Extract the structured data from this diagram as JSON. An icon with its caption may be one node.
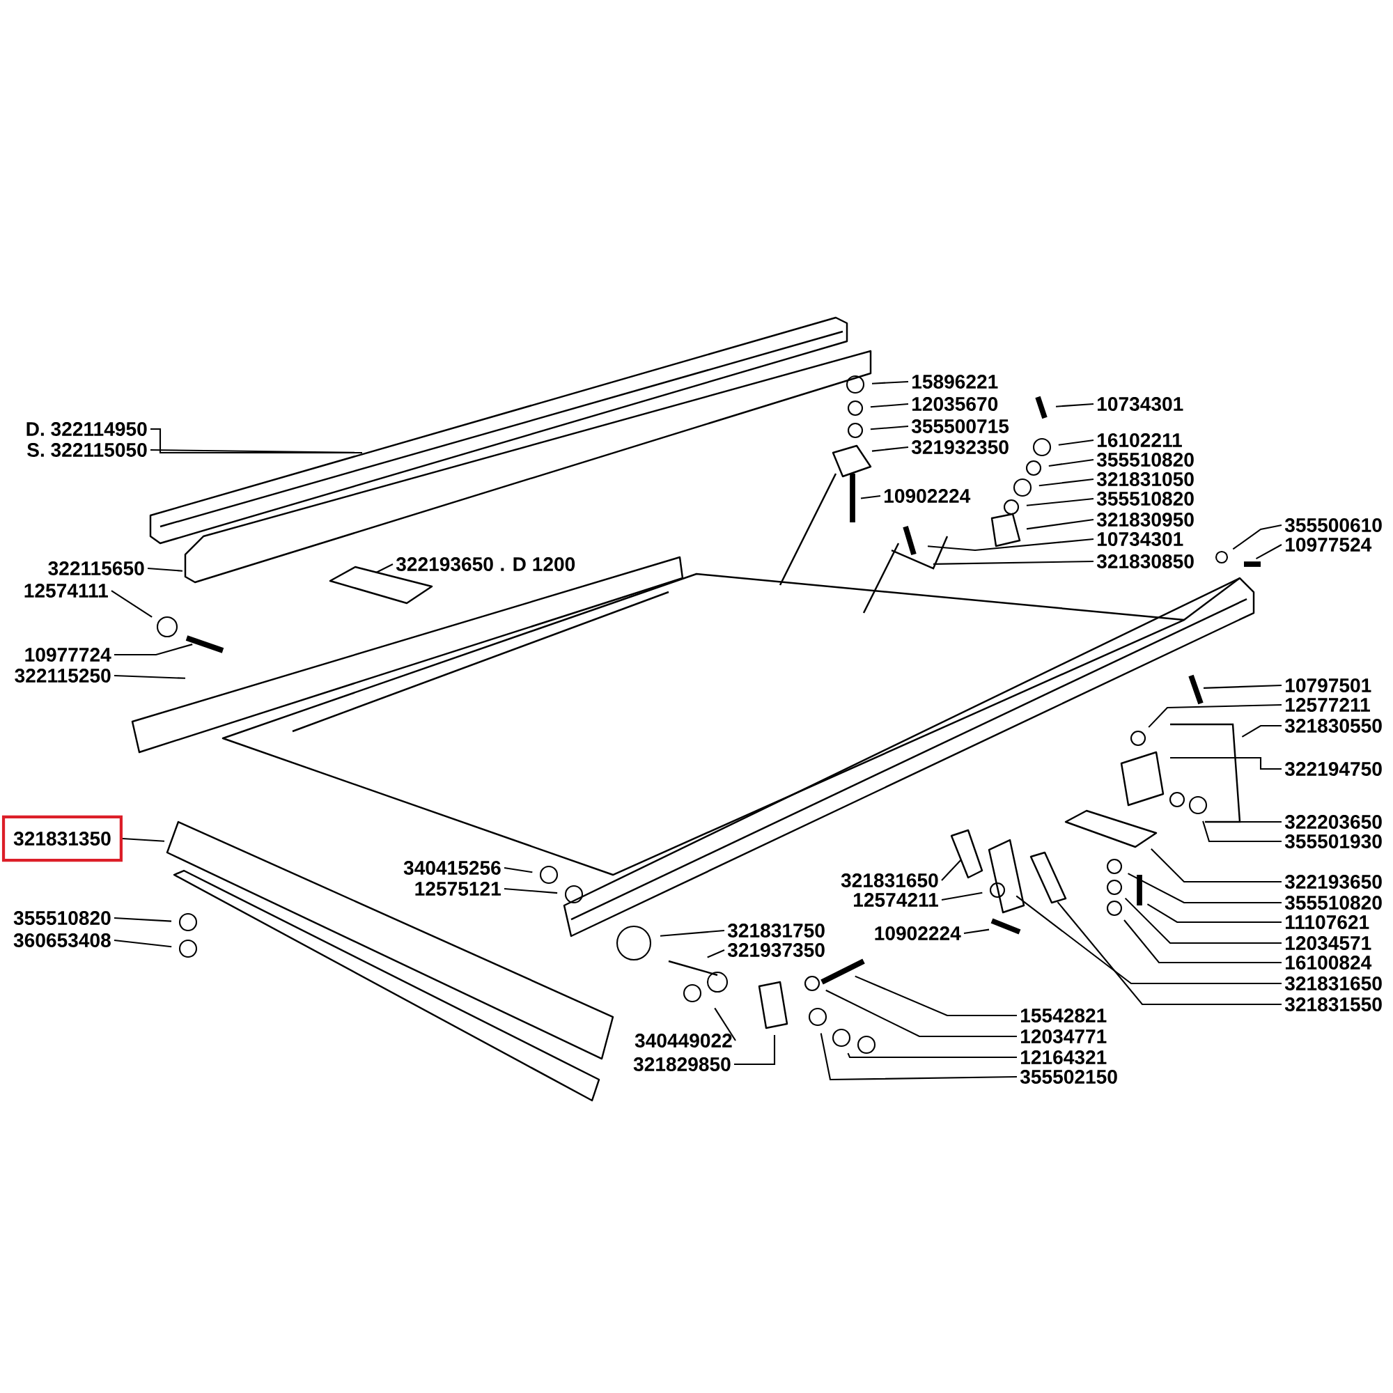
{
  "diagram": {
    "nodes": [
      {
        "text": [
          "D. 322114950"
        ]
      },
      {
        "text": [
          "S. 322115050"
        ]
      },
      {
        "text": [
          "15896221"
        ]
      },
      {
        "text": [
          "12035670"
        ]
      },
      {
        "text": [
          "355500715"
        ]
      },
      {
        "text": [
          "321932350"
        ]
      },
      {
        "text": [
          "10734301"
        ]
      },
      {
        "text": [
          "16102211"
        ]
      },
      {
        "text": [
          "355510820"
        ]
      },
      {
        "text": [
          "321831050"
        ]
      },
      {
        "text": [
          "355510820"
        ]
      },
      {
        "text": [
          "321830950"
        ]
      },
      {
        "text": [
          "10734301"
        ]
      },
      {
        "text": [
          "321830850"
        ]
      },
      {
        "text": [
          "10902224"
        ]
      },
      {
        "text": [
          "355500610"
        ]
      },
      {
        "text": [
          "10977524"
        ]
      },
      {
        "text": [
          "322115650"
        ]
      },
      {
        "text": [
          "322193650"
        ],
        "beside": [
          ". D 1200"
        ]
      },
      {
        "text": [
          "12574111"
        ]
      },
      {
        "text": [
          "10977724"
        ]
      },
      {
        "text": [
          "322115250"
        ]
      },
      {
        "text": [
          "10797501"
        ]
      },
      {
        "text": [
          "12577211"
        ]
      },
      {
        "text": [
          "321830550"
        ]
      },
      {
        "text": [
          "322194750"
        ]
      },
      {
        "text": [
          "322203650"
        ]
      },
      {
        "text": [
          "355501930"
        ]
      },
      {
        "text": [
          "321831350"
        ]
      },
      {
        "text": [
          "340415256"
        ]
      },
      {
        "text": [
          "12575121"
        ]
      },
      {
        "text": [
          "321831650"
        ]
      },
      {
        "text": [
          "322193650"
        ]
      },
      {
        "text": [
          "12574211"
        ]
      },
      {
        "text": [
          "355510820"
        ]
      },
      {
        "text": [
          "355510820"
        ]
      },
      {
        "text": [
          "11107621"
        ]
      },
      {
        "text": [
          "10902224"
        ]
      },
      {
        "text": [
          "321831750"
        ]
      },
      {
        "text": [
          "12034571"
        ]
      },
      {
        "text": [
          "360653408"
        ]
      },
      {
        "text": [
          "321937350"
        ]
      },
      {
        "text": [
          "16100824"
        ]
      },
      {
        "text": [
          "321831650"
        ]
      },
      {
        "text": [
          "321831550"
        ]
      },
      {
        "text": [
          "15542821"
        ]
      },
      {
        "text": [
          "12034771"
        ]
      },
      {
        "text": [
          "340449022"
        ]
      },
      {
        "text": [
          "12164321"
        ]
      },
      {
        "text": [
          "321829850"
        ]
      },
      {
        "text": [
          "355502150"
        ]
      }
    ],
    "edges": [
      {
        "from": 0,
        "to": null,
        "arrow": "none"
      },
      {
        "from": 1,
        "to": null,
        "arrow": "none"
      },
      {
        "from": 2,
        "to": null,
        "arrow": "none"
      },
      {
        "from": 3,
        "to": null,
        "arrow": "none"
      },
      {
        "from": 4,
        "to": null,
        "arrow": "none"
      },
      {
        "from": 5,
        "to": null,
        "arrow": "none"
      },
      {
        "from": 6,
        "to": null,
        "arrow": "none"
      },
      {
        "from": 7,
        "to": null,
        "arrow": "none"
      },
      {
        "from": 8,
        "to": null,
        "arrow": "none"
      },
      {
        "from": 9,
        "to": null,
        "arrow": "none"
      },
      {
        "from": 10,
        "to": null,
        "arrow": "none"
      },
      {
        "from": 11,
        "to": null,
        "arrow": "none"
      },
      {
        "from": 12,
        "to": null,
        "arrow": "none"
      },
      {
        "from": 13,
        "to": null,
        "arrow": "none"
      },
      {
        "from": 14,
        "to": null,
        "arrow": "none"
      },
      {
        "from": 15,
        "to": null,
        "arrow": "none"
      },
      {
        "from": 16,
        "to": null,
        "arrow": "none"
      },
      {
        "from": 17,
        "to": null,
        "arrow": "none"
      },
      {
        "from": 18,
        "to": null,
        "arrow": "none"
      },
      {
        "from": 19,
        "to": null,
        "arrow": "none"
      },
      {
        "from": 20,
        "to": null,
        "arrow": "none"
      },
      {
        "from": 21,
        "to": null,
        "arrow": "none"
      },
      {
        "from": 22,
        "to": null,
        "arrow": "none"
      },
      {
        "from": 23,
        "to": null,
        "arrow": "none"
      },
      {
        "from": 24,
        "to": null,
        "arrow": "none"
      },
      {
        "from": 25,
        "to": null,
        "arrow": "none"
      },
      {
        "from": 26,
        "to": null,
        "arrow": "none"
      },
      {
        "from": 27,
        "to": null,
        "arrow": "none"
      },
      {
        "from": 28,
        "to": null,
        "arrow": "none"
      },
      {
        "from": 29,
        "to": null,
        "arrow": "none"
      },
      {
        "from": 30,
        "to": null,
        "arrow": "none"
      },
      {
        "from": 31,
        "to": null,
        "arrow": "none"
      },
      {
        "from": 32,
        "to": null,
        "arrow": "none"
      },
      {
        "from": 33,
        "to": null,
        "arrow": "none"
      },
      {
        "from": 34,
        "to": null,
        "arrow": "none"
      },
      {
        "from": 35,
        "to": null,
        "arrow": "none"
      },
      {
        "from": 36,
        "to": null,
        "arrow": "none"
      },
      {
        "from": 37,
        "to": null,
        "arrow": "none"
      },
      {
        "from": 38,
        "to": null,
        "arrow": "none"
      },
      {
        "from": 39,
        "to": null,
        "arrow": "none"
      },
      {
        "from": 40,
        "to": null,
        "arrow": "none"
      },
      {
        "from": 41,
        "to": null,
        "arrow": "none"
      },
      {
        "from": 42,
        "to": null,
        "arrow": "none"
      },
      {
        "from": 43,
        "to": null,
        "arrow": "none"
      },
      {
        "from": 44,
        "to": null,
        "arrow": "none"
      },
      {
        "from": 45,
        "to": null,
        "arrow": "none"
      },
      {
        "from": 46,
        "to": null,
        "arrow": "none"
      },
      {
        "from": 47,
        "to": null,
        "arrow": "none"
      },
      {
        "from": 48,
        "to": null,
        "arrow": "none"
      },
      {
        "from": 49,
        "to": null,
        "arrow": "none"
      },
      {
        "from": 50,
        "to": null,
        "arrow": "none"
      }
    ]
  }
}
